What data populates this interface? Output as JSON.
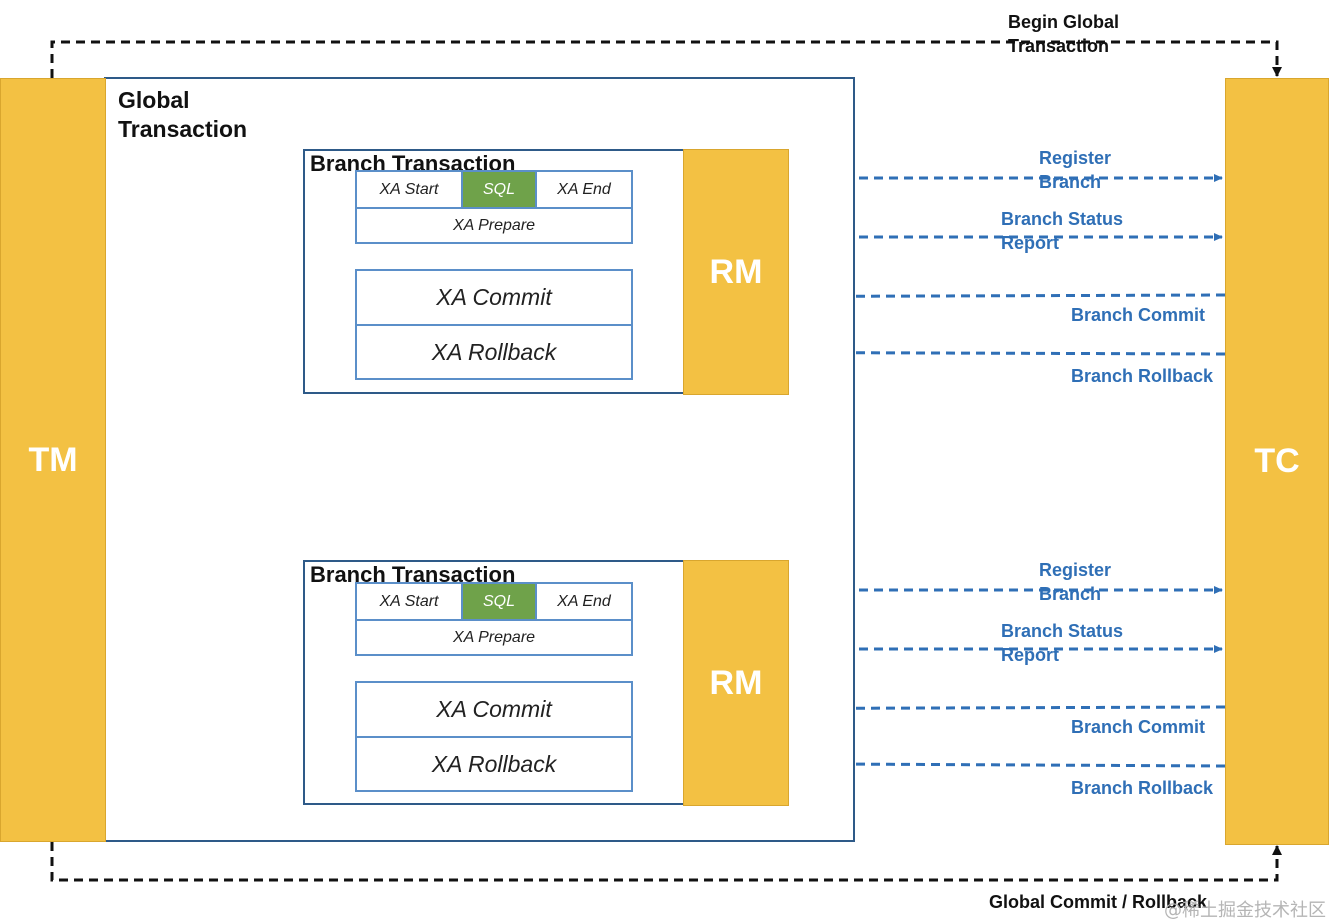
{
  "tm": {
    "label": "TM"
  },
  "tc": {
    "label": "TC"
  },
  "global_transaction": {
    "label": "Global Transaction",
    "line1": "Global",
    "line2": "Transaction"
  },
  "top_arrow_label": {
    "line1": "Begin Global",
    "line2": "Transaction"
  },
  "bottom_arrow_label": "Global Commit / Rollback",
  "watermark": "@稀土掘金技术社区",
  "branches": [
    {
      "title": "Branch Transaction",
      "rm": "RM",
      "xa_start": "XA Start",
      "sql": "SQL",
      "xa_end": "XA End",
      "xa_prepare": "XA Prepare",
      "xa_commit": "XA Commit",
      "xa_rollback": "XA Rollback",
      "arrows": {
        "register_branch": {
          "line1": "Register",
          "line2": "Branch"
        },
        "branch_status_report": {
          "line1": "Branch Status",
          "line2": "Report"
        },
        "branch_commit": "Branch Commit",
        "branch_rollback": "Branch Rollback"
      }
    },
    {
      "title": "Branch Transaction",
      "rm": "RM",
      "xa_start": "XA Start",
      "sql": "SQL",
      "xa_end": "XA End",
      "xa_prepare": "XA Prepare",
      "xa_commit": "XA Commit",
      "xa_rollback": "XA Rollback",
      "arrows": {
        "register_branch": {
          "line1": "Register",
          "line2": "Branch"
        },
        "branch_status_report": {
          "line1": "Branch Status",
          "line2": "Report"
        },
        "branch_commit": "Branch Commit",
        "branch_rollback": "Branch Rollback"
      }
    }
  ],
  "colors": {
    "pillar": "#F3C143",
    "sql_cell": "#6FA24A",
    "arrow_blue": "#2F6FB6",
    "box_border": "#2E5A88"
  }
}
